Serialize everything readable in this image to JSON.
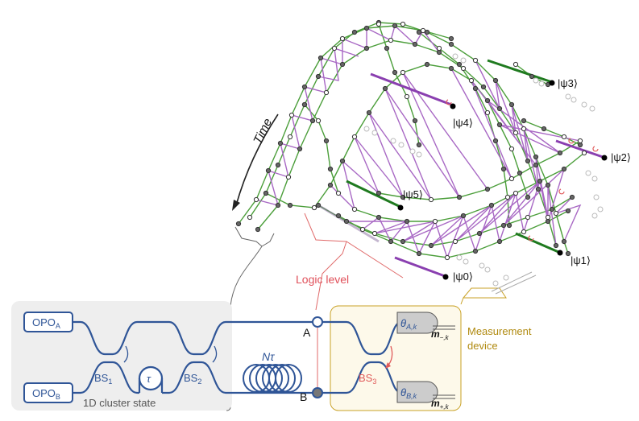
{
  "labels": {
    "time": "Time",
    "psi0": "|ψ0⟩",
    "psi1": "|ψ1⟩",
    "psi2": "|ψ2⟩",
    "psi3": "|ψ3⟩",
    "psi4": "|ψ4⟩",
    "psi5": "|ψ5⟩",
    "logic_level": "Logic level",
    "measurement_line1": "Measurement",
    "measurement_line2": "device",
    "opo_a": "OPO",
    "opo_a_sub": "A",
    "opo_b": "OPO",
    "opo_b_sub": "B",
    "bs1": "BS",
    "bs1_sub": "1",
    "bs2": "BS",
    "bs2_sub": "2",
    "bs3": "BS",
    "bs3_sub": "3",
    "tau": "τ",
    "ntau": "Nτ",
    "port_a": "A",
    "port_b": "B",
    "theta_a": "θ",
    "theta_a_sub": "A,k",
    "theta_b": "θ",
    "theta_b_sub": "B,k",
    "m_minus": "m",
    "m_minus_sub": "−,k",
    "m_plus": "m",
    "m_plus_sub": "+,k",
    "cluster_caption": "1D cluster state"
  },
  "colors": {
    "optics_blue": "#2f5597",
    "edge_green": "#4b9e3a",
    "edge_purple": "#a868c4",
    "logic_red": "#e06060",
    "measure_gold": "#c9a227",
    "cluster_box": "#eeeeee",
    "measure_box": "#fdf9ea"
  }
}
